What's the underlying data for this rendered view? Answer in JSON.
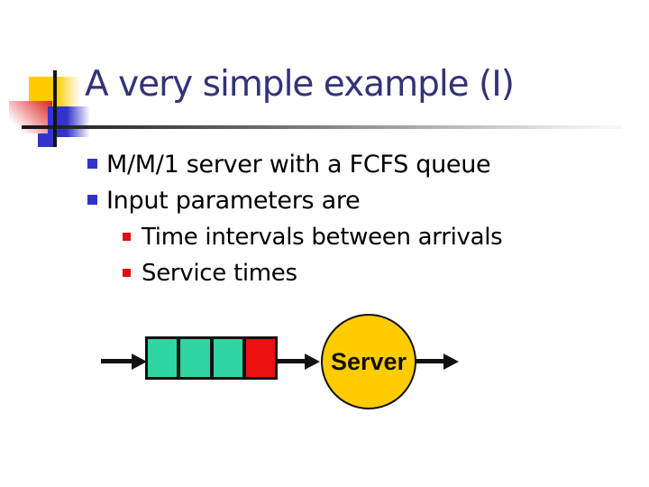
{
  "slide": {
    "title": "A very simple example (I)",
    "bullets": {
      "b1": "M/M/1 server with a FCFS queue",
      "b2": "Input parameters are",
      "s1": "Time intervals between arrivals",
      "s2": "Service times"
    },
    "diagram": {
      "server_label": "Server",
      "queue_cell_colors": [
        "#2FD6A1",
        "#2FD6A1",
        "#2FD6A1",
        "#EE1111"
      ]
    },
    "colors": {
      "title_text": "#333377",
      "body_text": "#000000",
      "bullet_level1": "#3333CC",
      "bullet_level2": "#DD1111",
      "queue_cell_teal": "#2FD6A1",
      "queue_cell_red": "#EE1111",
      "server_fill": "#FFCC00",
      "arrow_black": "#111111",
      "decor_yellow": "#FFCC00",
      "decor_blue": "#3333CC",
      "decor_pink": "#DE2020"
    }
  }
}
